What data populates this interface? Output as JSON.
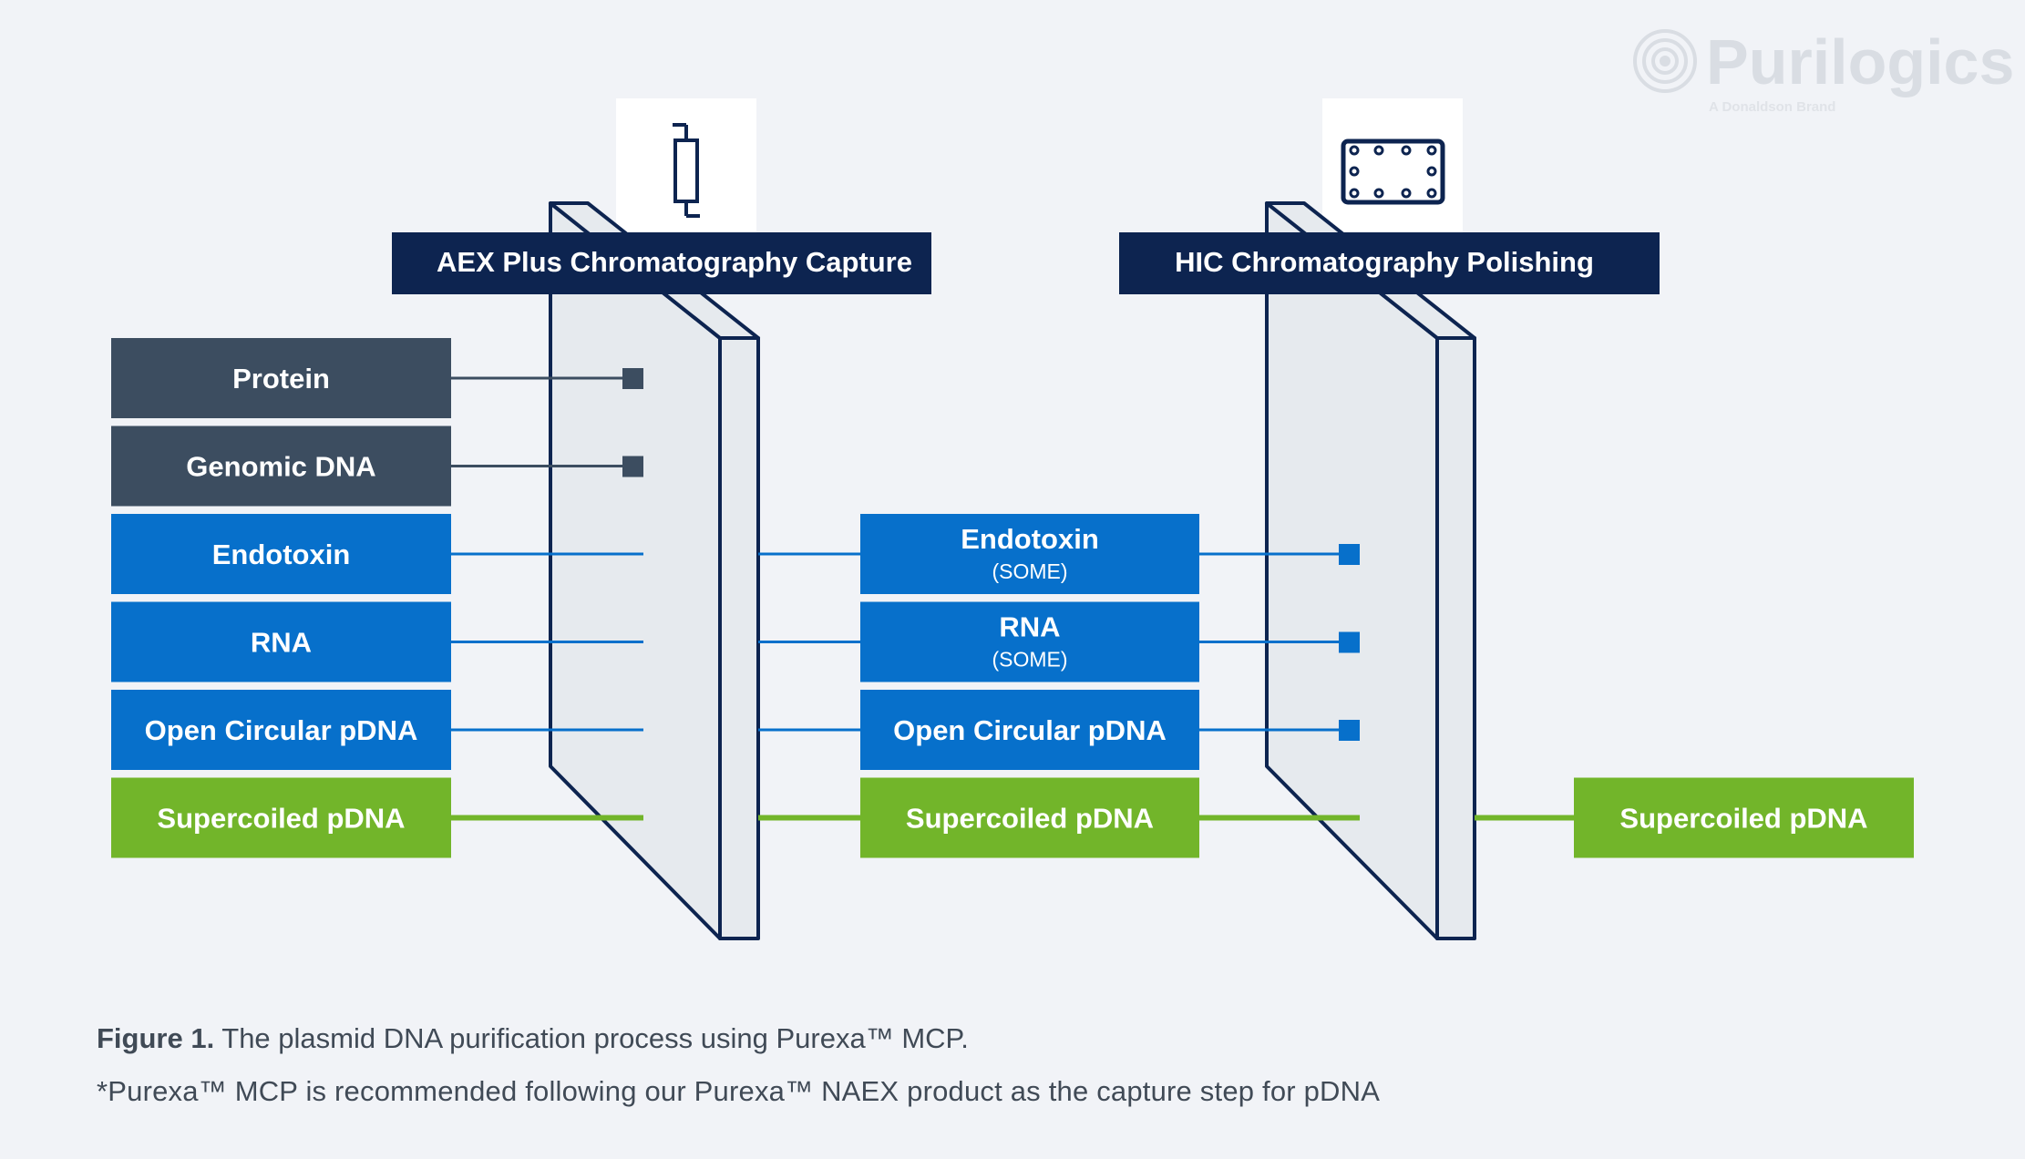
{
  "brand": {
    "name": "Purilogics",
    "tagline": "A Donaldson Brand"
  },
  "colors": {
    "background": "#f1f3f7",
    "navy": "#0d2450",
    "slate": "#3c4d60",
    "blue": "#0770cb",
    "green": "#72b52a",
    "column_face": "#e6eaee",
    "white": "#ffffff"
  },
  "icons": {
    "stage1": "chromatography-column-icon",
    "stage2": "membrane-plate-icon"
  },
  "stages": [
    {
      "title": "AEX Plus Chromatography Capture"
    },
    {
      "title": "HIC Chromatography Polishing"
    }
  ],
  "inputs": [
    {
      "label": "Protein",
      "color": "#3c4d60",
      "outcome": "removed"
    },
    {
      "label": "Genomic DNA",
      "color": "#3c4d60",
      "outcome": "removed"
    },
    {
      "label": "Endotoxin",
      "color": "#0770cb",
      "outcome": "passes"
    },
    {
      "label": "RNA",
      "color": "#0770cb",
      "outcome": "passes"
    },
    {
      "label": "Open Circular pDNA",
      "color": "#0770cb",
      "outcome": "passes"
    },
    {
      "label": "Supercoiled pDNA",
      "color": "#72b52a",
      "outcome": "passes"
    }
  ],
  "intermediate": [
    {
      "label": "Endotoxin",
      "sublabel": "(SOME)",
      "color": "#0770cb",
      "outcome": "removed"
    },
    {
      "label": "RNA",
      "sublabel": "(SOME)",
      "color": "#0770cb",
      "outcome": "removed"
    },
    {
      "label": "Open Circular pDNA",
      "sublabel": "",
      "color": "#0770cb",
      "outcome": "removed"
    },
    {
      "label": "Supercoiled pDNA",
      "sublabel": "",
      "color": "#72b52a",
      "outcome": "passes"
    }
  ],
  "output": {
    "label": "Supercoiled pDNA",
    "color": "#72b52a"
  },
  "caption": {
    "figure_label": "Figure 1.",
    "figure_text": " The plasmid DNA purification process using Purexa™ MCP.",
    "note": "*Purexa™ MCP is recommended following our Purexa™ NAEX product as the capture step for pDNA"
  }
}
